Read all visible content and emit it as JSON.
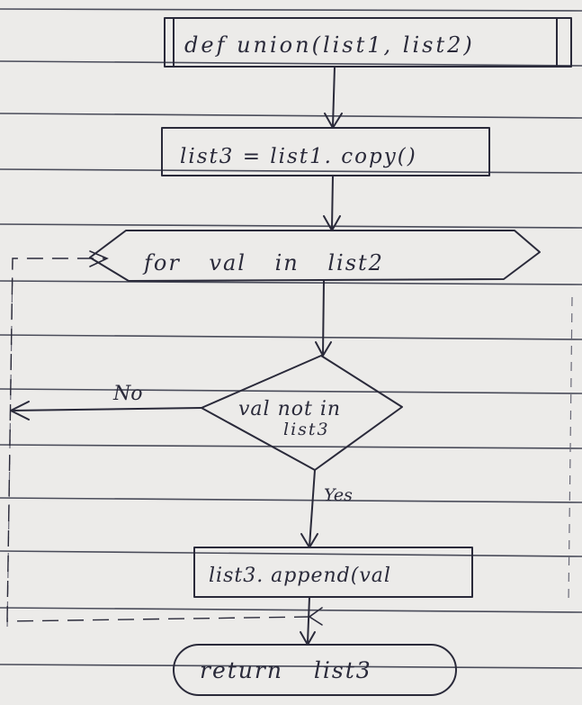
{
  "diagram": {
    "function_def": "def union(list1, list2)",
    "assign": "list3 = list1. copy()",
    "loop": "for val in list2",
    "decision": {
      "line1": "val not in",
      "line2": "list3",
      "no_label": "No",
      "yes_label": "Yes"
    },
    "process": "list3. append(val",
    "terminal": "return list3"
  },
  "colors": {
    "paper": "#ecebe9",
    "ink": "#2a2a3a",
    "rule": "#4a4c5a"
  }
}
